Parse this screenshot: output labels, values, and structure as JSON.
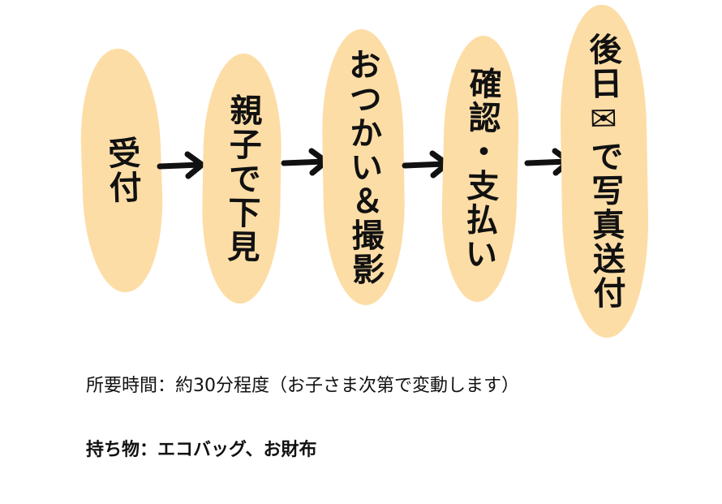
{
  "flow": {
    "steps": [
      {
        "label": "受付"
      },
      {
        "label": "親子で下見"
      },
      {
        "label": "おつかい＆撮影"
      },
      {
        "label": "確認・支払い"
      },
      {
        "label": "後日✉で写真送付"
      }
    ],
    "arrow_icon": "right-arrow-icon",
    "blob_color": "#FDDDA6",
    "text_color": "#111111"
  },
  "notes": {
    "duration": "所要時間：約30分程度（お子さま次第で変動します）",
    "items": "持ち物：エコバッグ、お財布"
  }
}
